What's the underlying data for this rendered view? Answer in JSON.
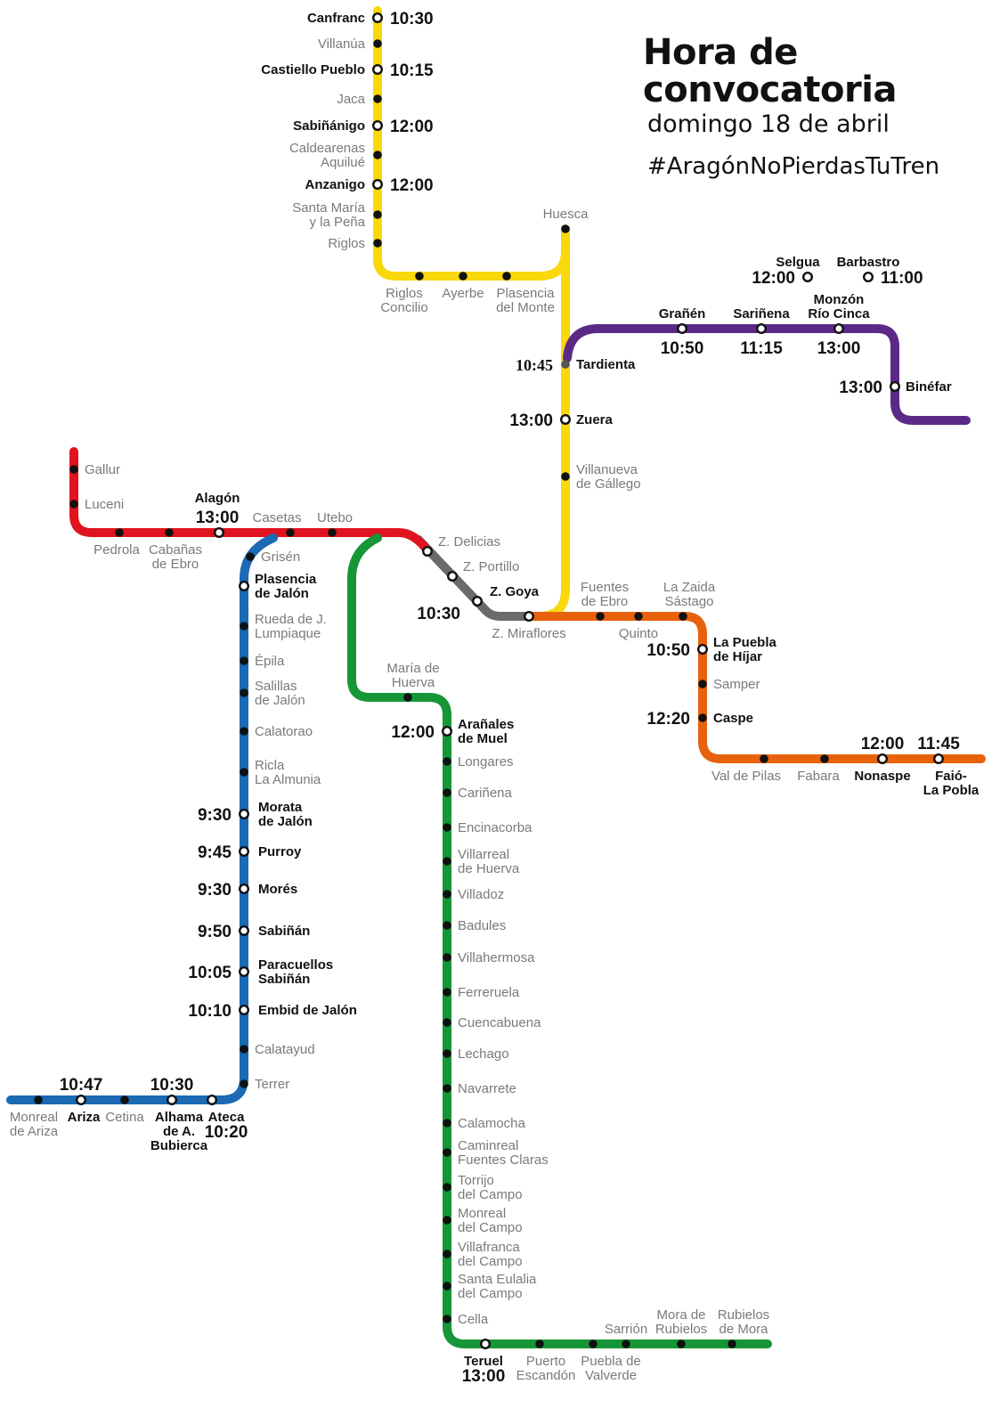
{
  "header": {
    "title_line1": "Hora de",
    "title_line2": "convocatoria",
    "date": "domingo 18 de abril",
    "hashtag": "#AragónNoPierdasTuTren"
  },
  "colors": {
    "yellow": "#f9d80c",
    "purple": "#5b2a86",
    "gray": "#6b6b6b",
    "orange": "#e8620e",
    "red": "#e0141f",
    "blue": "#1b6ab3",
    "green": "#179637"
  },
  "lines": [
    {
      "id": "yellow",
      "color": "#f9d80c",
      "stations": [
        {
          "name": [
            "Canfranc"
          ],
          "time": "10:30",
          "bold": true,
          "marker": "open"
        },
        {
          "name": [
            "Villanúa"
          ],
          "marker": "filled"
        },
        {
          "name": [
            "Castiello Pueblo"
          ],
          "time": "10:15",
          "bold": true,
          "marker": "open"
        },
        {
          "name": [
            "Jaca"
          ],
          "marker": "filled"
        },
        {
          "name": [
            "Sabiñánigo"
          ],
          "time": "12:00",
          "bold": true,
          "marker": "open"
        },
        {
          "name": [
            "Caldearenas",
            "Aquilué"
          ],
          "marker": "filled"
        },
        {
          "name": [
            "Anzanigo"
          ],
          "time": "12:00",
          "bold": true,
          "marker": "open"
        },
        {
          "name": [
            "Santa María",
            "y la Peña"
          ],
          "marker": "filled"
        },
        {
          "name": [
            "Riglos"
          ],
          "marker": "filled"
        },
        {
          "name": [
            "Riglos",
            "Concilio"
          ],
          "marker": "filled"
        },
        {
          "name": [
            "Ayerbe"
          ],
          "marker": "filled"
        },
        {
          "name": [
            "Plasencia",
            "del Monte"
          ],
          "marker": "filled"
        },
        {
          "name": [
            "Huesca"
          ],
          "marker": "filled"
        },
        {
          "name": [
            "Tardienta"
          ],
          "time": "10:45",
          "bold": true,
          "marker": "hub"
        },
        {
          "name": [
            "Zuera"
          ],
          "time": "13:00",
          "bold": true,
          "marker": "open"
        },
        {
          "name": [
            "Villanueva",
            "de Gállego"
          ],
          "marker": "filled"
        }
      ]
    },
    {
      "id": "purple",
      "color": "#5b2a86",
      "stations": [
        {
          "name": [
            "Grañén"
          ],
          "time": "10:50",
          "bold": true,
          "marker": "open"
        },
        {
          "name": [
            "Sariñena"
          ],
          "time": "11:15",
          "bold": true,
          "marker": "open"
        },
        {
          "name": [
            "Monzón",
            "Río Cinca"
          ],
          "time": "13:00",
          "bold": true,
          "marker": "open"
        },
        {
          "name": [
            "Binéfar"
          ],
          "time": "13:00",
          "bold": true,
          "marker": "open"
        },
        {
          "name": [
            "Selgua"
          ],
          "time": "12:00",
          "bold": true,
          "marker": "open"
        },
        {
          "name": [
            "Barbastro"
          ],
          "time": "11:00",
          "bold": true,
          "marker": "open"
        }
      ]
    },
    {
      "id": "gray",
      "color": "#6b6b6b",
      "stations": [
        {
          "name": [
            "Z. Delicias"
          ],
          "marker": "open"
        },
        {
          "name": [
            "Z. Portillo"
          ],
          "marker": "open"
        },
        {
          "name": [
            "Z. Goya"
          ],
          "time": "10:30",
          "bold": true,
          "marker": "open"
        },
        {
          "name": [
            "Z. Miraflores"
          ],
          "marker": "open"
        }
      ]
    },
    {
      "id": "orange",
      "color": "#e8620e",
      "stations": [
        {
          "name": [
            "Fuentes",
            "de Ebro"
          ],
          "marker": "filled"
        },
        {
          "name": [
            "Quinto"
          ],
          "marker": "filled"
        },
        {
          "name": [
            "La Zaida",
            "Sástago"
          ],
          "marker": "filled"
        },
        {
          "name": [
            "La Puebla",
            "de Híjar"
          ],
          "time": "10:50",
          "bold": true,
          "marker": "open"
        },
        {
          "name": [
            "Samper"
          ],
          "marker": "filled"
        },
        {
          "name": [
            "Caspe"
          ],
          "time": "12:20",
          "bold": true,
          "marker": "filled"
        },
        {
          "name": [
            "Val de Pilas"
          ],
          "marker": "filled"
        },
        {
          "name": [
            "Fabara"
          ],
          "marker": "filled"
        },
        {
          "name": [
            "Nonaspe"
          ],
          "time": "12:00",
          "bold": true,
          "marker": "open"
        },
        {
          "name": [
            "Faió-",
            "La Pobla"
          ],
          "time": "11:45",
          "bold": true,
          "marker": "open"
        }
      ]
    },
    {
      "id": "red",
      "color": "#e0141f",
      "stations": [
        {
          "name": [
            "Gallur"
          ],
          "marker": "filled"
        },
        {
          "name": [
            "Luceni"
          ],
          "marker": "filled"
        },
        {
          "name": [
            "Pedrola"
          ],
          "marker": "filled"
        },
        {
          "name": [
            "Cabañas",
            "de Ebro"
          ],
          "marker": "filled"
        },
        {
          "name": [
            "Alagón"
          ],
          "time": "13:00",
          "bold": true,
          "marker": "open"
        },
        {
          "name": [
            "Casetas"
          ],
          "marker": "filled"
        },
        {
          "name": [
            "Utebo"
          ],
          "marker": "filled"
        }
      ]
    },
    {
      "id": "blue",
      "color": "#1b6ab3",
      "stations": [
        {
          "name": [
            "Grisén"
          ],
          "marker": "filled"
        },
        {
          "name": [
            "Plasencia",
            "de Jalón"
          ],
          "bold": true,
          "marker": "open"
        },
        {
          "name": [
            "Rueda de J.",
            "Lumpiaque"
          ],
          "marker": "filled"
        },
        {
          "name": [
            "Épila"
          ],
          "marker": "filled"
        },
        {
          "name": [
            "Salillas",
            "de Jalón"
          ],
          "marker": "filled"
        },
        {
          "name": [
            "Calatorao"
          ],
          "marker": "filled"
        },
        {
          "name": [
            "Ricla",
            "La Almunia"
          ],
          "marker": "filled"
        },
        {
          "name": [
            "Morata",
            "de Jalón"
          ],
          "time": "9:30",
          "bold": true,
          "marker": "open"
        },
        {
          "name": [
            "Purroy"
          ],
          "time": "9:45",
          "bold": true,
          "marker": "open"
        },
        {
          "name": [
            "Morés"
          ],
          "time": "9:30",
          "bold": true,
          "marker": "open"
        },
        {
          "name": [
            "Sabiñán"
          ],
          "time": "9:50",
          "bold": true,
          "marker": "open"
        },
        {
          "name": [
            "Paracuellos",
            "Sabiñán"
          ],
          "time": "10:05",
          "bold": true,
          "marker": "open"
        },
        {
          "name": [
            "Embid de Jalón"
          ],
          "time": "10:10",
          "bold": true,
          "marker": "open"
        },
        {
          "name": [
            "Calatayud"
          ],
          "marker": "filled"
        },
        {
          "name": [
            "Terrer"
          ],
          "marker": "filled"
        },
        {
          "name": [
            "Ateca"
          ],
          "time": "10:20",
          "bold": true,
          "marker": "open"
        },
        {
          "name": [
            "Alhama",
            "de A.",
            "Bubierca"
          ],
          "time": "10:30",
          "bold": true,
          "marker": "open"
        },
        {
          "name": [
            "Cetina"
          ],
          "marker": "filled"
        },
        {
          "name": [
            "Ariza"
          ],
          "time": "10:47",
          "bold": true,
          "marker": "open"
        },
        {
          "name": [
            "Monreal",
            "de Ariza"
          ],
          "marker": "filled"
        }
      ]
    },
    {
      "id": "green",
      "color": "#179637",
      "stations": [
        {
          "name": [
            "María de",
            "Huerva"
          ],
          "marker": "filled"
        },
        {
          "name": [
            "Arañales",
            "de Muel"
          ],
          "time": "12:00",
          "bold": true,
          "marker": "open"
        },
        {
          "name": [
            "Longares"
          ],
          "marker": "filled"
        },
        {
          "name": [
            "Cariñena"
          ],
          "marker": "filled"
        },
        {
          "name": [
            "Encinacorba"
          ],
          "marker": "filled"
        },
        {
          "name": [
            "Villarreal",
            "de Huerva"
          ],
          "marker": "filled"
        },
        {
          "name": [
            "Villadoz"
          ],
          "marker": "filled"
        },
        {
          "name": [
            "Badules"
          ],
          "marker": "filled"
        },
        {
          "name": [
            "Villahermosa"
          ],
          "marker": "filled"
        },
        {
          "name": [
            "Ferreruela"
          ],
          "marker": "filled"
        },
        {
          "name": [
            "Cuencabuena"
          ],
          "marker": "filled"
        },
        {
          "name": [
            "Lechago"
          ],
          "marker": "filled"
        },
        {
          "name": [
            "Navarrete"
          ],
          "marker": "filled"
        },
        {
          "name": [
            "Calamocha"
          ],
          "marker": "filled"
        },
        {
          "name": [
            "Caminreal",
            "Fuentes Claras"
          ],
          "marker": "filled"
        },
        {
          "name": [
            "Torrijo",
            "del Campo"
          ],
          "marker": "filled"
        },
        {
          "name": [
            "Monreal",
            "del Campo"
          ],
          "marker": "filled"
        },
        {
          "name": [
            "Villafranca",
            "del Campo"
          ],
          "marker": "filled"
        },
        {
          "name": [
            "Santa Eulalia",
            "del Campo"
          ],
          "marker": "filled"
        },
        {
          "name": [
            "Cella"
          ],
          "marker": "filled"
        },
        {
          "name": [
            "Teruel"
          ],
          "time": "13:00",
          "bold": true,
          "marker": "open"
        },
        {
          "name": [
            "Puerto",
            "Escandón"
          ],
          "marker": "filled"
        },
        {
          "name": [
            "Puebla de",
            "Valverde"
          ],
          "marker": "filled"
        },
        {
          "name": [
            "Sarrión"
          ],
          "marker": "filled"
        },
        {
          "name": [
            "Mora de",
            "Rubielos"
          ],
          "marker": "filled"
        },
        {
          "name": [
            "Rubielos",
            "de Mora"
          ],
          "marker": "filled"
        }
      ]
    }
  ]
}
